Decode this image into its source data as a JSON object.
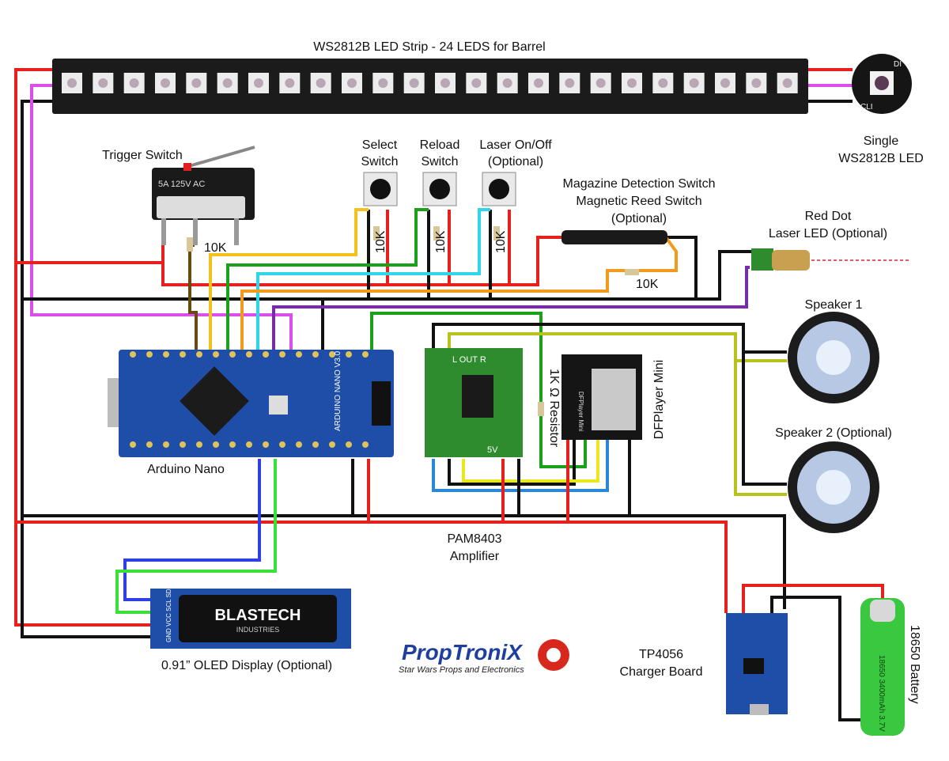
{
  "labels": {
    "led_strip": "WS2812B LED Strip - 24 LEDS for Barrel",
    "single_led": [
      "Single",
      "WS2812B LED"
    ],
    "trigger": "Trigger Switch",
    "select": [
      "Select",
      "Switch"
    ],
    "reload": [
      "Reload",
      "Switch"
    ],
    "laser_switch": [
      "Laser On/Off",
      "(Optional)"
    ],
    "magazine": [
      "Magazine Detection Switch",
      "Magnetic Reed Switch",
      "(Optional)"
    ],
    "red_dot": [
      "Red Dot",
      "Laser LED (Optional)"
    ],
    "speaker1": "Speaker 1",
    "speaker2": "Speaker 2 (Optional)",
    "arduino": "Arduino Nano",
    "pam": [
      "PAM8403",
      "Amplifier"
    ],
    "dfplayer": "DFPlayer Mini",
    "resistor_1k": "1K Ω Resistor",
    "oled": "0.91” OLED Display (Optional)",
    "tp4056": [
      "TP4056",
      "Charger Board"
    ],
    "battery": "18650 Battery",
    "r10k": "10K",
    "pam_out": "L OUT R",
    "pam_5v": "5V",
    "oled_pins": "GND VCC SCL SDA",
    "led_pins": [
      "DI",
      "CLI"
    ],
    "battery_print": "18650 3400mAh 3.7V",
    "df_board": "DFPlayer Mini",
    "switch_print": "5A 125V AC",
    "nano_print": "ARDUINO NANO V3.0"
  },
  "logos": {
    "blastech": [
      "BLASTECH",
      "INDUSTRIES"
    ],
    "proptronix": [
      "PropTroniX",
      "Star Wars Props and Electronics"
    ]
  },
  "led_count": 24,
  "colors": {
    "red": "#e8201d",
    "black": "#111111",
    "magenta": "#d94fe8",
    "yellow": "#f2c21b",
    "green": "#1aa01a",
    "cyan": "#2fd6e8",
    "orange": "#f29a1c",
    "brown": "#6b4a12",
    "purple": "#7a2ca8",
    "blue": "#2f5fd6",
    "lime": "#39e03a",
    "olive": "#b8c21a",
    "navy_board": "#1f4ea8",
    "green_board": "#2e8b2e"
  }
}
